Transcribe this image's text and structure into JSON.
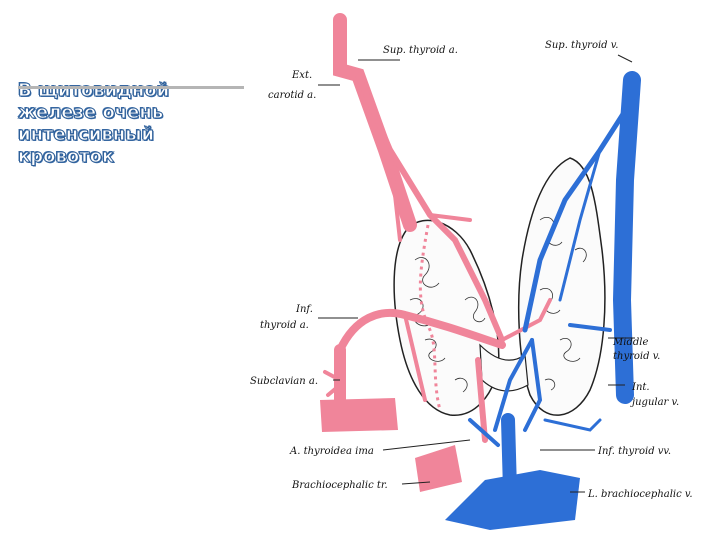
{
  "slide": {
    "title_lines": [
      "В щитовидной",
      "железе очень",
      "интенсивный",
      "кровоток"
    ]
  },
  "colors": {
    "artery": "#f0859a",
    "vein": "#2d6fd6",
    "gland_fill": "#fbfbfb",
    "title_outline": "#2f5f98",
    "rule": "#b5b5b5"
  },
  "labels": {
    "sup_thyroid_a": "Sup. thyroid a.",
    "sup_thyroid_v": "Sup. thyroid v.",
    "ext_carotid_1": "Ext.",
    "ext_carotid_2": "carotid a.",
    "inf_thyroid_a_1": "Inf.",
    "inf_thyroid_a_2": "thyroid a.",
    "subclavian": "Subclavian a.",
    "middle_thyroid_v_1": "Middle",
    "middle_thyroid_v_2": "thyroid v.",
    "int_jugular_1": "Int.",
    "int_jugular_2": "jugular v.",
    "thyroidea_ima": "A. thyroidea ima",
    "inf_thyroid_vv": "Inf. thyroid vv.",
    "brachiocephalic_tr": "Brachiocephalic tr.",
    "l_brachiocephalic_v": "L. brachiocephalic v."
  }
}
